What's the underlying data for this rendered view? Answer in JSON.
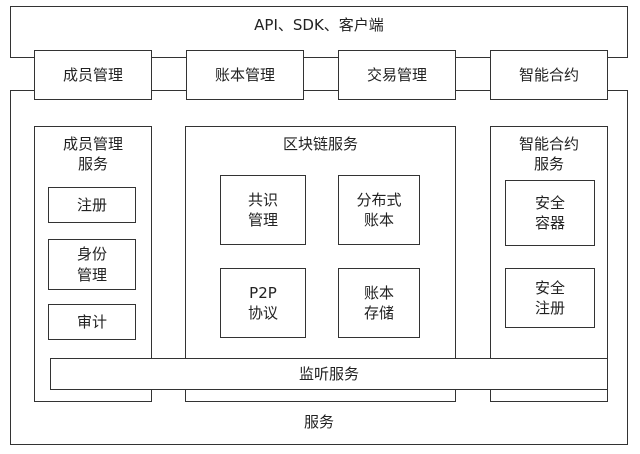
{
  "top_bar": "API、SDK、客户端",
  "tabs": [
    "成员管理",
    "账本管理",
    "交易管理",
    "智能合约"
  ],
  "outer_label": "服务",
  "member_service": {
    "title": "成员管理\n服务",
    "items": [
      "注册",
      "身份\n管理",
      "审计"
    ]
  },
  "blockchain_service": {
    "title": "区块链服务",
    "items": [
      "共识\n管理",
      "分布式\n账本",
      "P2P\n协议",
      "账本\n存储"
    ]
  },
  "contract_service": {
    "title": "智能合约\n服务",
    "items": [
      "安全\n容器",
      "安全\n注册"
    ]
  },
  "listen_bar": "监听服务"
}
